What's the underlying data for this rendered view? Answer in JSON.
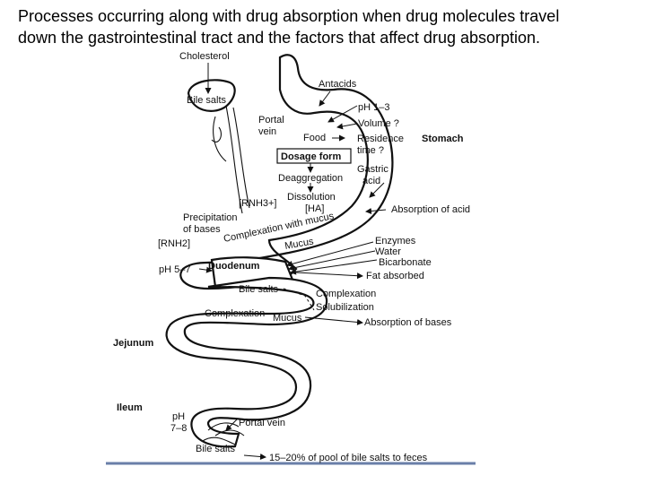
{
  "caption": {
    "line1": "Processes occurring along with drug absorption when drug molecules travel",
    "line2": "down the gastrointestinal tract and the factors that affect drug absorption."
  },
  "labels": {
    "cholesterol": "Cholesterol",
    "bile_salts_top": "Bile salts",
    "portal_vein_top_1": "Portal",
    "portal_vein_top_2": "vein",
    "antacids": "Antacids",
    "ph_stomach": "pH 1–3",
    "volume": "Volume ?",
    "food": "Food",
    "residence_time_1": "Residence",
    "residence_time_2": "time ?",
    "stomach": "Stomach",
    "dosage_form": "Dosage form",
    "gastric_acid_1": "Gastric",
    "gastric_acid_2": "acid",
    "deaggregation": "Deaggregation",
    "dissolution": "Dissolution",
    "ha": "[HA]",
    "rnh3": "[RNH3+]",
    "absorption_of_acid": "Absorption of acid",
    "precipitation_1": "Precipitation",
    "precipitation_2": "of bases",
    "complexation_mucus": "Complexation with mucus",
    "mucus_1": "Mucus",
    "rnh2": "[RNH2]",
    "enzymes": "Enzymes",
    "water": "Water",
    "bicarbonate": "Bicarbonate",
    "ph_duodenum": "pH 5–7",
    "duodenum": "Duodenum",
    "fat_absorbed": "Fat absorbed",
    "bile_salts_mid": "Bile salts",
    "complexation_right": "Complexation",
    "solubilization": "Solubilization",
    "complexation_left": "Complexation",
    "mucus_2": "Mucus",
    "absorption_of_bases": "Absorption of bases",
    "jejunum": "Jejunum",
    "ileum": "Ileum",
    "ph_ileum_1": "pH",
    "ph_ileum_2": "7–8",
    "portal_vein_bottom": "Portal vein",
    "bile_salts_bottom": "Bile salts",
    "feces": "15–20% of pool of bile salts to feces"
  }
}
